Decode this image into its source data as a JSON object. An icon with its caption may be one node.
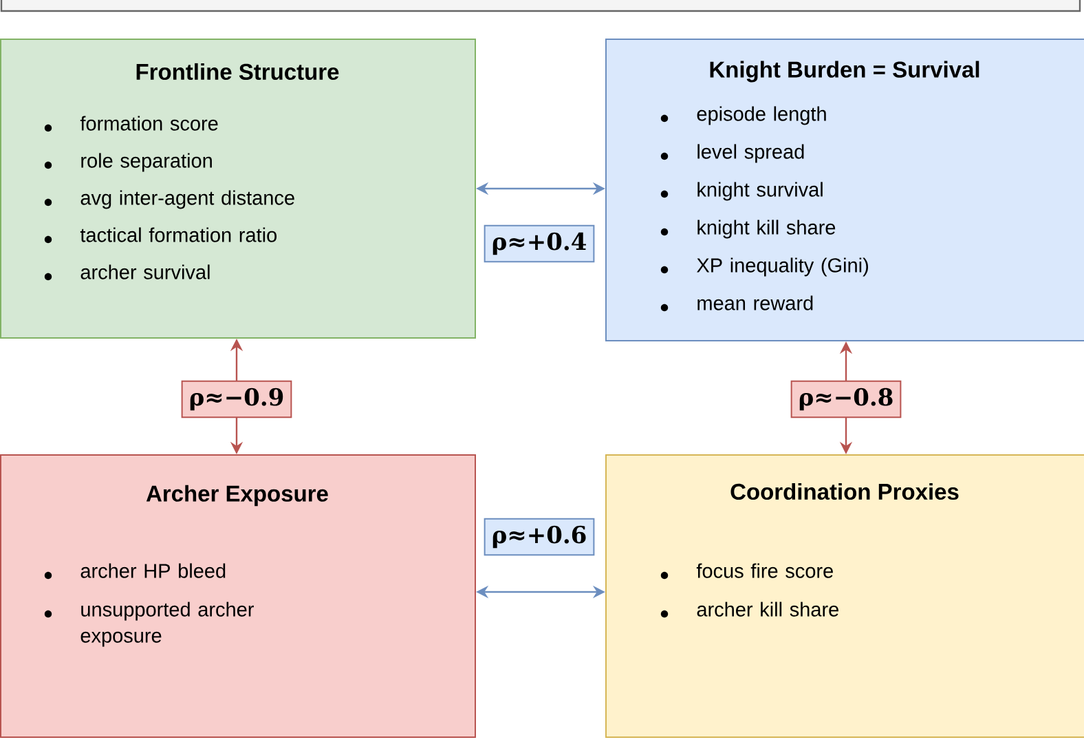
{
  "diagram": {
    "nodes": [
      {
        "text": [
          "Frontline Structure",
          "formation score",
          "role separation",
          "avg inter-agent distance",
          "tactical formation ratio",
          "archer survival"
        ]
      },
      {
        "text": [
          "Knight Burden = Survival",
          "episode length",
          "level spread",
          "knight survival",
          "knight kill share",
          "XP inequality (Gini)",
          "mean reward"
        ]
      },
      {
        "text": [
          "Archer Exposure",
          "archer HP bleed",
          "unsupported archer exposure"
        ]
      },
      {
        "text": [
          "Coordination Proxies",
          "focus fire score",
          "archer kill share"
        ]
      }
    ],
    "edges": [
      {
        "from": 0,
        "to": 1,
        "arrow": "both",
        "label": "ρ≈+0.4",
        "color": "#6c8ebf"
      },
      {
        "from": 0,
        "to": 2,
        "arrow": "both",
        "label": "ρ≈−0.9",
        "color": "#b85450"
      },
      {
        "from": 1,
        "to": 3,
        "arrow": "both",
        "label": "ρ≈−0.8",
        "color": "#b85450"
      },
      {
        "from": 2,
        "to": 3,
        "arrow": "both",
        "label": "ρ≈+0.6",
        "color": "#6c8ebf"
      }
    ]
  }
}
